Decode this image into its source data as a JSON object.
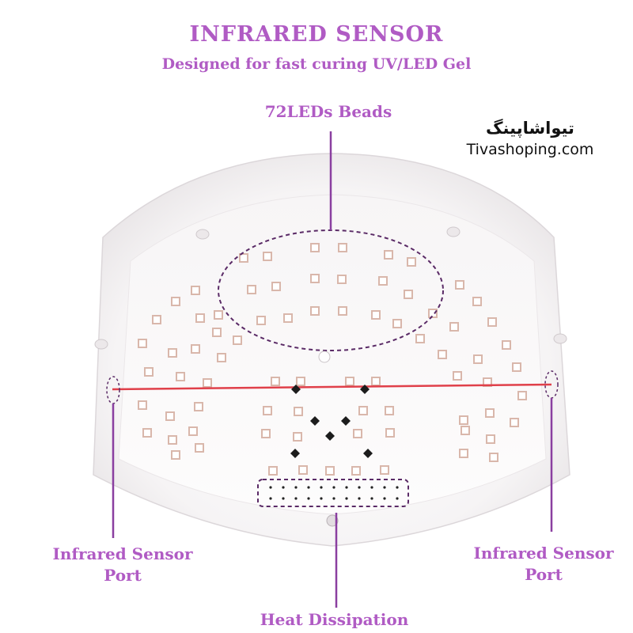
{
  "heading": {
    "title": "INFRARED SENSOR",
    "subtitle": "Designed for fast curing UV/LED Gel"
  },
  "labels": {
    "leds": "72LEDs Beads",
    "sensor_left_line1": "Infrared Sensor",
    "sensor_left_line2": "Port",
    "sensor_right_line1": "Infrared Sensor",
    "sensor_right_line2": "Port",
    "heat": "Heat Dissipation"
  },
  "brand": {
    "name_fa": "تیواشاپینگ",
    "name_en": "Tivashoping.com"
  },
  "colors": {
    "accent": "#b05bc4",
    "callout": "#8a3fa0",
    "laser": "#e0404a",
    "led_square": "#d9b7ab"
  }
}
